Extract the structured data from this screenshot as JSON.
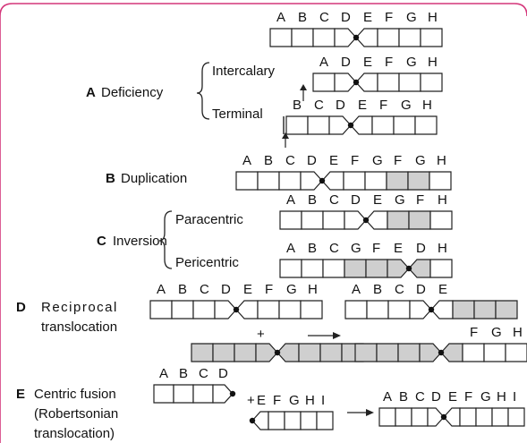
{
  "colors": {
    "frame": "#d4367a",
    "stroke": "#222222",
    "shaded": "#cfcfcf",
    "plain": "#ffffff",
    "centromere": "#111111"
  },
  "sections": {
    "A": {
      "letter": "A",
      "title": "Deficiency",
      "sub1": "Intercalary",
      "sub2": "Terminal"
    },
    "B": {
      "letter": "B",
      "title": "Duplication"
    },
    "C": {
      "letter": "C",
      "title": "Inversion",
      "sub1": "Paracentric",
      "sub2": "Pericentric"
    },
    "D": {
      "letter": "D",
      "title1": "Reciprocal",
      "title2": "translocation"
    },
    "E": {
      "letter": "E",
      "title1": "Centric fusion",
      "title2": "(Robertsonian",
      "title3": "translocation)"
    }
  },
  "symbols": {
    "plus": "+"
  },
  "chromosomes": [
    {
      "id": "normal",
      "left": [
        "A",
        "B",
        "C",
        "D"
      ],
      "right": [
        "E",
        "F",
        "G",
        "H"
      ]
    },
    {
      "id": "intercalary",
      "left": [
        "A",
        "D"
      ],
      "right": [
        "E",
        "F",
        "G",
        "H"
      ]
    },
    {
      "id": "terminal",
      "left": [
        "B",
        "C",
        "D"
      ],
      "right": [
        "E",
        "F",
        "G",
        "H"
      ]
    },
    {
      "id": "duplication",
      "left": [
        "A",
        "B",
        "C",
        "D"
      ],
      "right": [
        "E",
        "F",
        "G",
        "F",
        "G",
        "H"
      ],
      "shaded_right": [
        3,
        4
      ]
    },
    {
      "id": "paracentric",
      "left": [
        "A",
        "B",
        "C",
        "D"
      ],
      "right": [
        "E",
        "G",
        "F",
        "H"
      ],
      "shaded_right": [
        1,
        2
      ]
    },
    {
      "id": "pericentric",
      "left": [
        "A",
        "B",
        "C",
        "G",
        "F",
        "E"
      ],
      "right": [
        "D",
        "H"
      ],
      "shaded_left": [
        3,
        4,
        5
      ],
      "shaded_right": [
        0
      ]
    },
    {
      "id": "recip-1",
      "left": [
        "A",
        "B",
        "C",
        "D"
      ],
      "right": [
        "E",
        "F",
        "G",
        "H"
      ]
    },
    {
      "id": "recip-2",
      "left": [
        "",
        "",
        "",
        ""
      ],
      "right": [
        "",
        "",
        "",
        ""
      ],
      "shaded_all": true
    },
    {
      "id": "recip-3",
      "left": [
        "A",
        "B",
        "C",
        "D"
      ],
      "right": [
        "E",
        "",
        "",
        ""
      ],
      "shaded_right": [
        1,
        2,
        3
      ]
    },
    {
      "id": "recip-4",
      "left": [
        "",
        "",
        "",
        ""
      ],
      "right": [
        "",
        "F",
        "G",
        "H"
      ],
      "shaded_left": [
        0,
        1,
        2,
        3
      ],
      "shaded_right": [
        0
      ]
    },
    {
      "id": "fusion-1",
      "left": [
        "A",
        "B",
        "C",
        "D"
      ],
      "right": []
    },
    {
      "id": "fusion-2",
      "left": [],
      "right": [
        "E",
        "F",
        "G",
        "H",
        "I"
      ]
    },
    {
      "id": "fusion-3",
      "left": [
        "A",
        "B",
        "C",
        "D"
      ],
      "right": [
        "E",
        "F",
        "G",
        "H",
        "I"
      ]
    }
  ]
}
